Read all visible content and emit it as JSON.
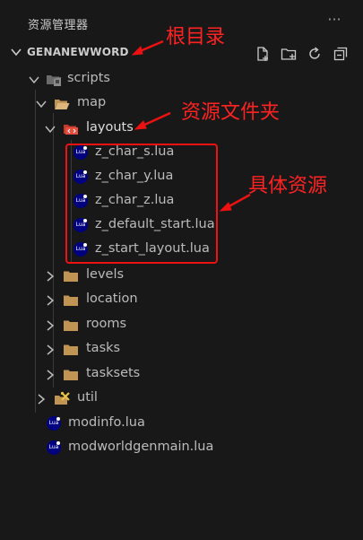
{
  "panel": {
    "title": "资源管理器",
    "more": "···"
  },
  "section": {
    "label": "GENANEWWORD"
  },
  "toolbar": {
    "icons": [
      "new-file-icon",
      "new-folder-icon",
      "refresh-icon",
      "collapse-all-icon"
    ]
  },
  "tree": {
    "scripts": "scripts",
    "map": "map",
    "layouts": "layouts",
    "files": [
      "z_char_s.lua",
      "z_char_y.lua",
      "z_char_z.lua",
      "z_default_start.lua",
      "z_start_layout.lua"
    ],
    "folders": [
      "levels",
      "location",
      "rooms",
      "tasks",
      "tasksets"
    ],
    "util": "util",
    "root_files": [
      "modinfo.lua",
      "modworldgenmain.lua"
    ],
    "lua_badge": "Lua"
  },
  "annotations": {
    "root": "根目录",
    "folder": "资源文件夹",
    "resources": "具体资源"
  },
  "colors": {
    "background": "#181818",
    "text": "#bbbbbb",
    "annotation": "#ff2222",
    "folder": "#c09553",
    "lua": "#000080"
  }
}
